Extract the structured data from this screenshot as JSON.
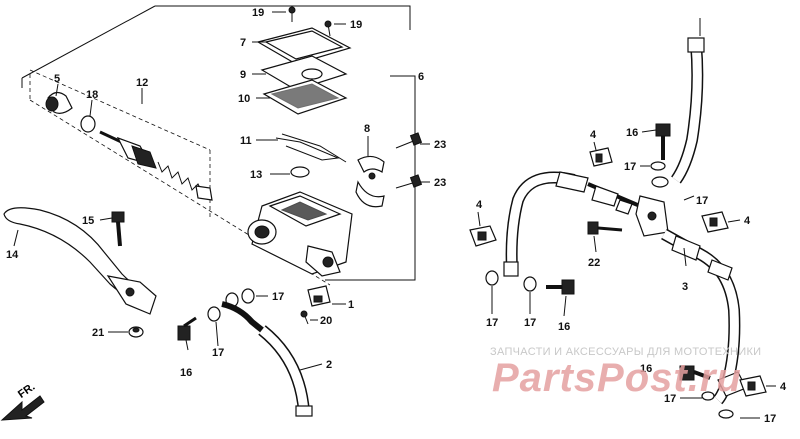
{
  "labels": {
    "l1": "1",
    "l2": "2",
    "l3": "3",
    "l4a": "4",
    "l4b": "4",
    "l4c": "4",
    "l4d": "4",
    "l5": "5",
    "l6": "6",
    "l7": "7",
    "l8": "8",
    "l9": "9",
    "l10": "10",
    "l11": "11",
    "l12": "12",
    "l13": "13",
    "l14": "14",
    "l15": "15",
    "l16a": "16",
    "l16b": "16",
    "l16c": "16",
    "l16d": "16",
    "l17a": "17",
    "l17b": "17",
    "l17c": "17",
    "l17d": "17",
    "l17e": "17",
    "l17f": "17",
    "l17g": "17",
    "l18": "18",
    "l19a": "19",
    "l19b": "19",
    "l20": "20",
    "l21": "21",
    "l22": "22",
    "l23a": "23",
    "l23b": "23"
  },
  "direction": "FR.",
  "watermark": {
    "caption": "ЗАПЧАСТИ И АКСЕССУАРЫ ДЛЯ МОТОТЕХНИКИ",
    "logo": "PartsPost.ru"
  }
}
